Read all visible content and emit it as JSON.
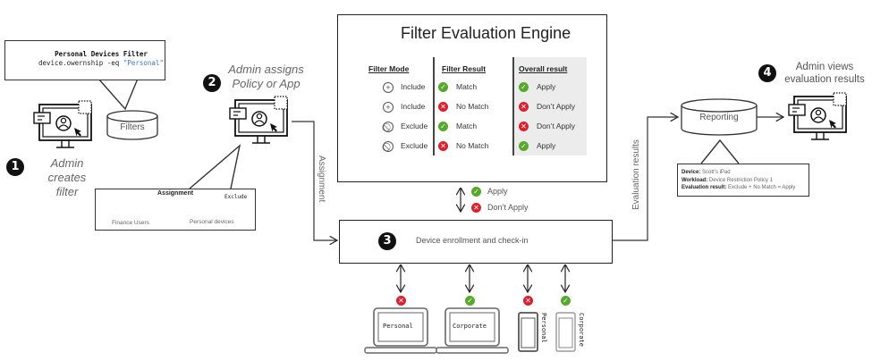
{
  "steps": [
    {
      "number": "1",
      "caption_line1": "Admin creates",
      "caption_line2": "filter"
    },
    {
      "number": "2",
      "caption_line1": "Admin assigns",
      "caption_line2": "Policy or App"
    },
    {
      "number": "3",
      "label": "Device enrollment and check-in"
    },
    {
      "number": "4",
      "caption_line1": "Admin views",
      "caption_line2": "evaluation results"
    }
  ],
  "filter_callout": {
    "title": "Personal Devices Filter",
    "expression_prefix": "device.owernship -eq ",
    "expression_value": "\"Personal\"",
    "icon": "funnel-icon"
  },
  "filters_store": {
    "label": "Filters"
  },
  "assignment_callout": {
    "title": "Assignment",
    "group_label": "Finance Users",
    "plus": "+",
    "filter_label": "Personal devices",
    "mode_label": "Exclude"
  },
  "engine": {
    "title": "Filter Evaluation Engine",
    "headers": {
      "mode": "Filter Mode",
      "result": "Filter Result",
      "overall": "Overall result"
    },
    "rows": [
      {
        "mode": "Include",
        "mode_icon": "plus-circle-icon",
        "result": "Match",
        "result_ok": true,
        "overall": "Apply",
        "overall_ok": true
      },
      {
        "mode": "Include",
        "mode_icon": "plus-circle-icon",
        "result": "No Match",
        "result_ok": false,
        "overall": "Don’t Apply",
        "overall_ok": false
      },
      {
        "mode": "Exclude",
        "mode_icon": "block-icon",
        "result": "Match",
        "result_ok": true,
        "overall": "Don’t Apply",
        "overall_ok": false
      },
      {
        "mode": "Exclude",
        "mode_icon": "block-icon",
        "result": "No Match",
        "result_ok": false,
        "overall": "Apply",
        "overall_ok": true
      }
    ]
  },
  "engine_legend": {
    "apply": "Apply",
    "dont_apply": "Don’t Apply"
  },
  "flows": {
    "assignment": "Assignment",
    "evaluation_results": "Evaluation results"
  },
  "reporting": {
    "label": "Reporting",
    "device_key": "Device:",
    "device_value": "Scott’s iPad",
    "workload_key": "Workload:",
    "workload_value": "Device Restriction Policy 1",
    "result_key": "Evaluation result:",
    "result_value": "Exclude + No Match = Apply"
  },
  "devices": [
    {
      "type": "laptop",
      "label": "Personal",
      "ok": false
    },
    {
      "type": "laptop",
      "label": "Corporate",
      "ok": true
    },
    {
      "type": "phone",
      "label": "Personal",
      "ok": false
    },
    {
      "type": "phone",
      "label": "Corporate",
      "ok": true
    }
  ],
  "colors": {
    "ok": "#57a82c",
    "no": "#d8222f",
    "accent_code": "#3b78c4",
    "panel": "#ececec"
  }
}
